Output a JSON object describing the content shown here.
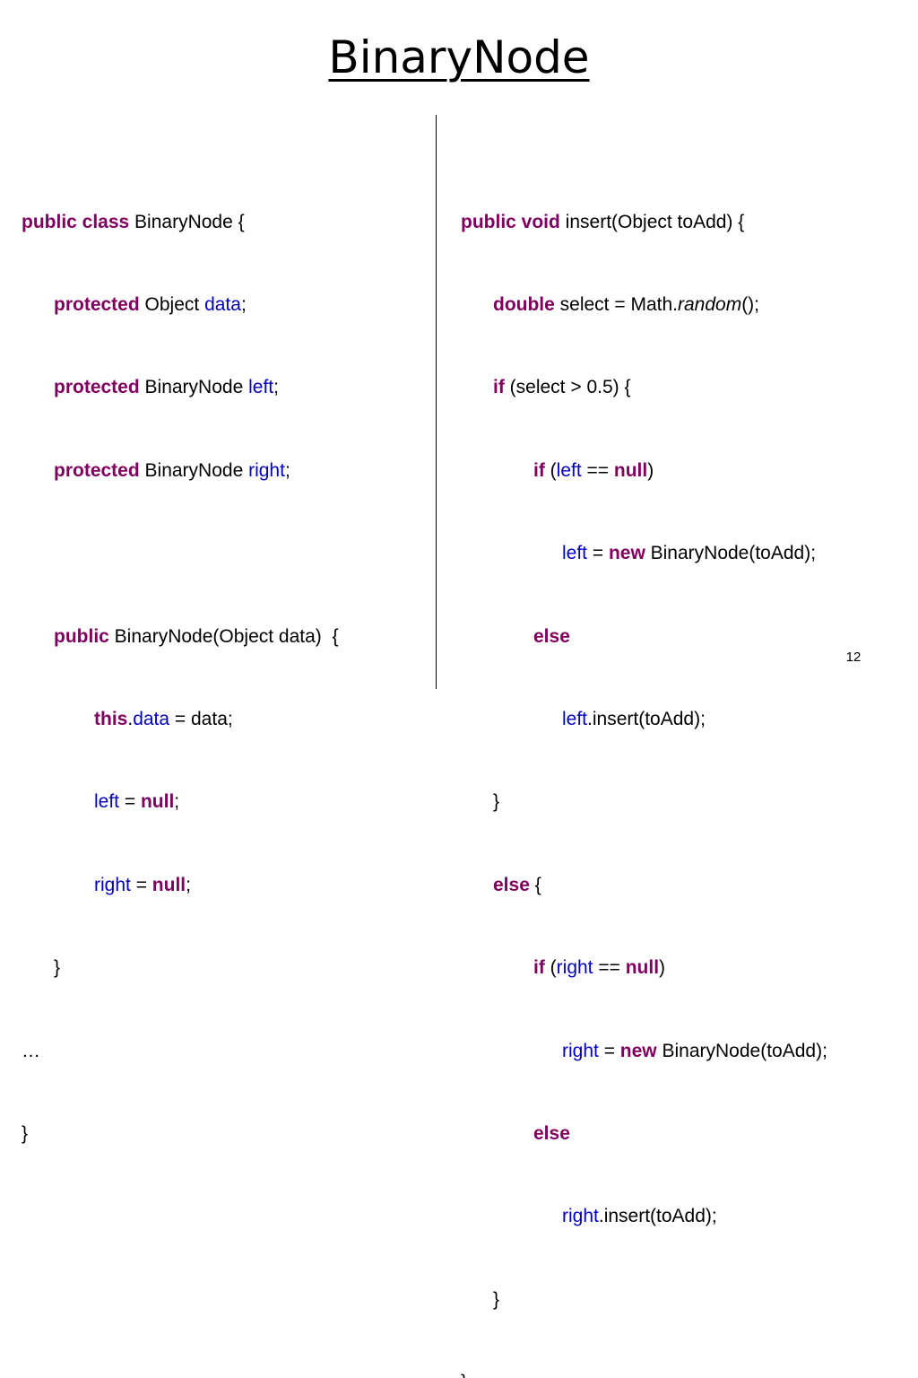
{
  "slide": {
    "title": "BinaryNode",
    "page_number": "12"
  },
  "left_code": {
    "lines": [
      [
        {
          "t": "public class",
          "s": "kw"
        },
        {
          "t": " BinaryNode {",
          "s": ""
        }
      ],
      [
        {
          "t": "protected",
          "s": "kw"
        },
        {
          "t": " Object ",
          "s": ""
        },
        {
          "t": "data",
          "s": "fld"
        },
        {
          "t": ";",
          "s": ""
        }
      ],
      [
        {
          "t": "protected",
          "s": "kw"
        },
        {
          "t": " BinaryNode ",
          "s": ""
        },
        {
          "t": "left",
          "s": "fld"
        },
        {
          "t": ";",
          "s": ""
        }
      ],
      [
        {
          "t": "protected",
          "s": "kw"
        },
        {
          "t": " BinaryNode ",
          "s": ""
        },
        {
          "t": "right",
          "s": "fld"
        },
        {
          "t": ";",
          "s": ""
        }
      ],
      [],
      [
        {
          "t": "public",
          "s": "kw"
        },
        {
          "t": " BinaryNode(Object data)  {",
          "s": ""
        }
      ],
      [
        {
          "t": "this",
          "s": "kw"
        },
        {
          "t": ".",
          "s": ""
        },
        {
          "t": "data",
          "s": "fld"
        },
        {
          "t": " = data;",
          "s": ""
        }
      ],
      [
        {
          "t": "left",
          "s": "fld"
        },
        {
          "t": " = ",
          "s": ""
        },
        {
          "t": "null",
          "s": "kw"
        },
        {
          "t": ";",
          "s": ""
        }
      ],
      [
        {
          "t": "right",
          "s": "fld"
        },
        {
          "t": " = ",
          "s": ""
        },
        {
          "t": "null",
          "s": "kw"
        },
        {
          "t": ";",
          "s": ""
        }
      ],
      [
        {
          "t": "}",
          "s": ""
        }
      ],
      [
        {
          "t": "…",
          "s": ""
        }
      ],
      [
        {
          "t": "}",
          "s": ""
        }
      ]
    ]
  },
  "right_code": {
    "lines": [
      [
        {
          "t": "public void",
          "s": "kw"
        },
        {
          "t": " insert(Object toAdd) {",
          "s": ""
        }
      ],
      [
        {
          "t": "double",
          "s": "kw"
        },
        {
          "t": " select = Math.",
          "s": ""
        },
        {
          "t": "random",
          "s": "it"
        },
        {
          "t": "();",
          "s": ""
        }
      ],
      [
        {
          "t": "if",
          "s": "kw"
        },
        {
          "t": " (select > 0.5) {",
          "s": ""
        }
      ],
      [
        {
          "t": "if",
          "s": "kw"
        },
        {
          "t": " (",
          "s": ""
        },
        {
          "t": "left",
          "s": "fld"
        },
        {
          "t": " == ",
          "s": ""
        },
        {
          "t": "null",
          "s": "kw"
        },
        {
          "t": ")",
          "s": ""
        }
      ],
      [
        {
          "t": "left",
          "s": "fld"
        },
        {
          "t": " = ",
          "s": ""
        },
        {
          "t": "new",
          "s": "kw"
        },
        {
          "t": " BinaryNode(toAdd);",
          "s": ""
        }
      ],
      [
        {
          "t": "else",
          "s": "kw"
        }
      ],
      [
        {
          "t": "left",
          "s": "fld"
        },
        {
          "t": ".insert(toAdd);",
          "s": ""
        }
      ],
      [
        {
          "t": "}",
          "s": ""
        }
      ],
      [
        {
          "t": "else",
          "s": "kw"
        },
        {
          "t": " {",
          "s": ""
        }
      ],
      [
        {
          "t": "if",
          "s": "kw"
        },
        {
          "t": " (",
          "s": ""
        },
        {
          "t": "right",
          "s": "fld"
        },
        {
          "t": " == ",
          "s": ""
        },
        {
          "t": "null",
          "s": "kw"
        },
        {
          "t": ")",
          "s": ""
        }
      ],
      [
        {
          "t": "right",
          "s": "fld"
        },
        {
          "t": " = ",
          "s": ""
        },
        {
          "t": "new",
          "s": "kw"
        },
        {
          "t": " BinaryNode(toAdd);",
          "s": ""
        }
      ],
      [
        {
          "t": "else",
          "s": "kw"
        }
      ],
      [
        {
          "t": "right",
          "s": "fld"
        },
        {
          "t": ".insert(toAdd);",
          "s": ""
        }
      ],
      [
        {
          "t": "}",
          "s": ""
        }
      ],
      [
        {
          "t": "}",
          "s": ""
        }
      ]
    ]
  },
  "colors": {
    "keyword": "#800060",
    "field": "#0000c0",
    "text": "#000000",
    "background": "#ffffff"
  }
}
